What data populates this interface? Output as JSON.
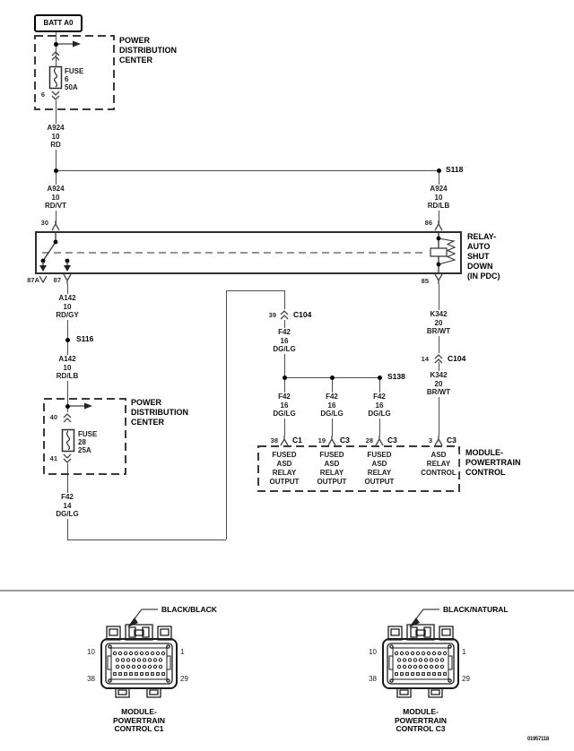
{
  "footer_id": "01957118",
  "battery": {
    "label": "BATT A0"
  },
  "pdc_title": [
    "POWER",
    "DISTRIBUTION",
    "CENTER"
  ],
  "fuse_top": {
    "lines": [
      "FUSE",
      "6",
      "50A"
    ],
    "pin_out": "6"
  },
  "fuse_mid": {
    "lines": [
      "FUSE",
      "28",
      "25A"
    ],
    "pin_in": "40",
    "pin_out": "41"
  },
  "splices": {
    "s118": "S118",
    "s116": "S116",
    "s138": "S138"
  },
  "relay": {
    "title": [
      "RELAY-",
      "AUTO",
      "SHUT",
      "DOWN",
      "(IN PDC)"
    ],
    "pin_30": "30",
    "pin_86": "86",
    "pin_87a": "87A",
    "pin_87": "87",
    "pin_85": "85"
  },
  "wires": {
    "a924_rd": [
      "A924",
      "10",
      "RD"
    ],
    "a924_rdvt": [
      "A924",
      "10",
      "RD/VT"
    ],
    "a924_rdlb": [
      "A924",
      "10",
      "RD/LB"
    ],
    "a142_rdgy": [
      "A142",
      "10",
      "RD/GY"
    ],
    "a142_rdlb": [
      "A142",
      "10",
      "RD/LB"
    ],
    "f42_14": [
      "F42",
      "14",
      "DG/LG"
    ],
    "f42_16": [
      "F42",
      "16",
      "DG/LG"
    ],
    "k342_20": [
      "K342",
      "20",
      "BR/WT"
    ]
  },
  "c104": {
    "name": "C104",
    "pin_39": "39",
    "pin_14": "14"
  },
  "pcm": {
    "title": [
      "MODULE-",
      "POWERTRAIN",
      "CONTROL"
    ],
    "pins": [
      {
        "num": "38",
        "conn": "C1",
        "signal": [
          "FUSED",
          "ASD",
          "RELAY",
          "OUTPUT"
        ]
      },
      {
        "num": "19",
        "conn": "C3",
        "signal": [
          "FUSED",
          "ASD",
          "RELAY",
          "OUTPUT"
        ]
      },
      {
        "num": "28",
        "conn": "C3",
        "signal": [
          "FUSED",
          "ASD",
          "RELAY",
          "OUTPUT"
        ]
      },
      {
        "num": "3",
        "conn": "C3",
        "signal": [
          "ASD",
          "RELAY",
          "CONTROL"
        ]
      }
    ]
  },
  "connector_views": [
    {
      "color": "BLACK/BLACK",
      "pin_tl": "10",
      "pin_tr": "1",
      "pin_bl": "38",
      "pin_br": "29",
      "caption": [
        "MODULE-",
        "POWERTRAIN",
        "CONTROL C1"
      ]
    },
    {
      "color": "BLACK/NATURAL",
      "pin_tl": "10",
      "pin_tr": "1",
      "pin_bl": "38",
      "pin_br": "29",
      "caption": [
        "MODULE-",
        "POWERTRAIN",
        "CONTROL C3"
      ]
    }
  ]
}
